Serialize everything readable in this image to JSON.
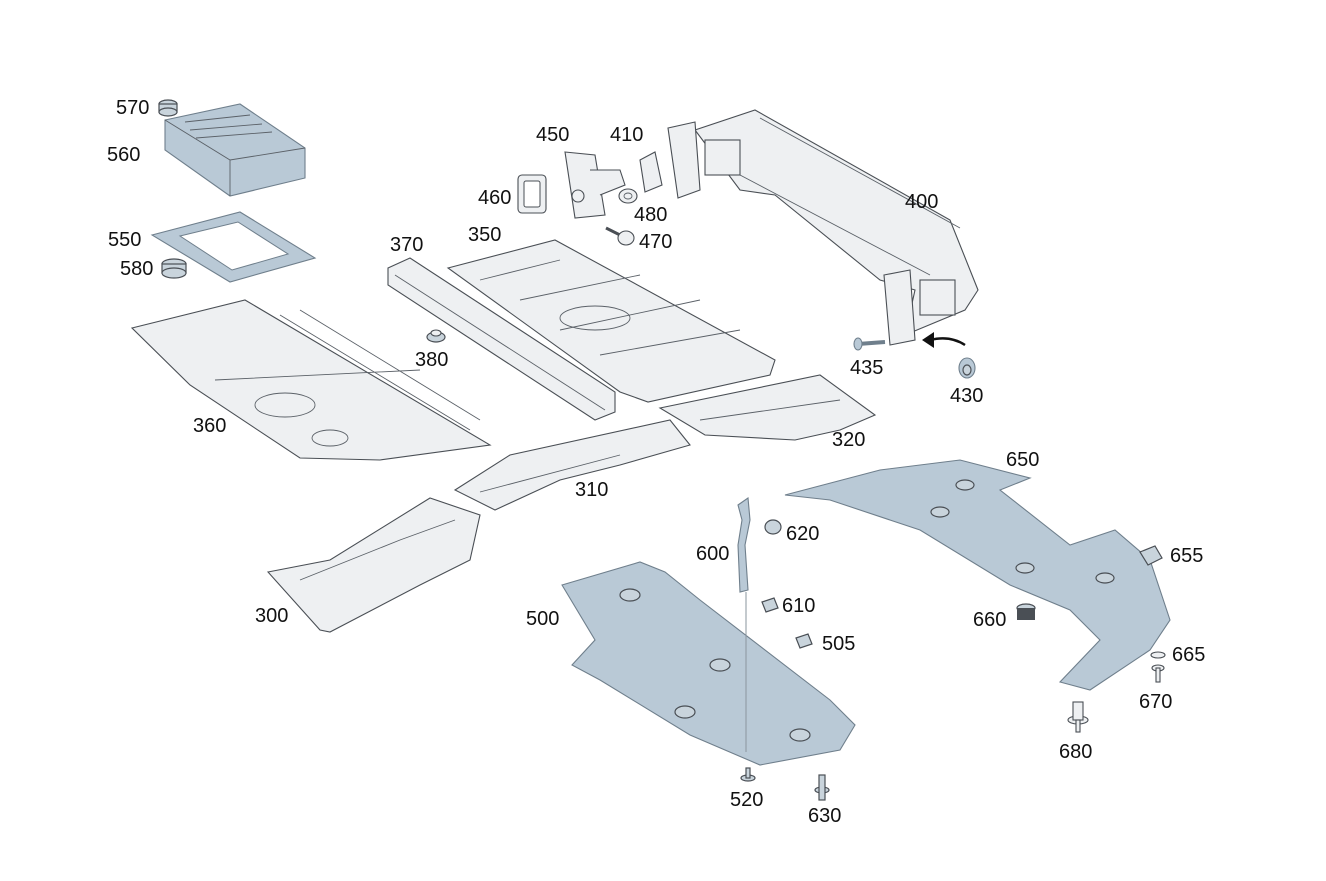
{
  "callouts": {
    "p300": "300",
    "p310": "310",
    "p320": "320",
    "p350": "350",
    "p360": "360",
    "p370": "370",
    "p380": "380",
    "p400": "400",
    "p410": "410",
    "p430": "430",
    "p435": "435",
    "p450": "450",
    "p460": "460",
    "p470": "470",
    "p480": "480",
    "p500": "500",
    "p505": "505",
    "p520": "520",
    "p550": "550",
    "p560": "560",
    "p570": "570",
    "p580": "580",
    "p600": "600",
    "p610": "610",
    "p620": "620",
    "p630": "630",
    "p650": "650",
    "p655": "655",
    "p660": "660",
    "p665": "665",
    "p670": "670",
    "p680": "680"
  },
  "colors": {
    "metal_part": "#eef0f2",
    "shield_part": "#b9c9d6",
    "outline": "#4a4f55",
    "background": "#ffffff"
  }
}
